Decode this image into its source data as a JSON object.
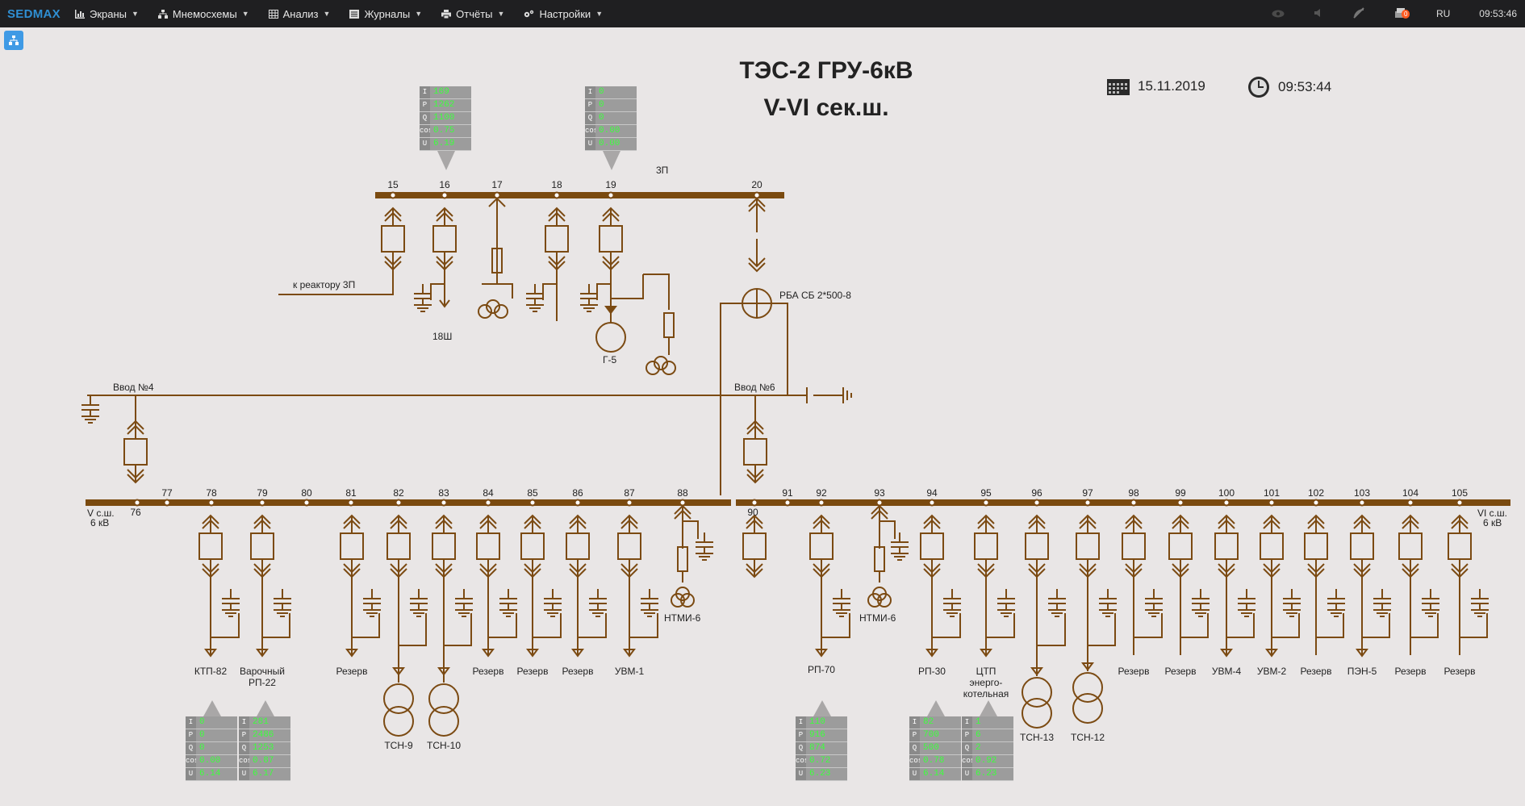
{
  "app": {
    "logo": "SEDMAX"
  },
  "menu": [
    {
      "icon": "bar-chart-icon",
      "label": "Экраны"
    },
    {
      "icon": "sitemap-icon",
      "label": "Мнемосхемы"
    },
    {
      "icon": "table-icon",
      "label": "Анализ"
    },
    {
      "icon": "journal-icon",
      "label": "Журналы"
    },
    {
      "icon": "printer-icon",
      "label": "Отчёты"
    },
    {
      "icon": "gears-icon",
      "label": "Настройки"
    }
  ],
  "status": {
    "notifications": "0",
    "lang": "RU",
    "clock": "09:53:46"
  },
  "screen": {
    "title1": "ТЭС-2 ГРУ-6кВ",
    "title2": "V-VI сек.ш.",
    "date": "15.11.2019",
    "time": "09:53:44"
  },
  "bus_top": {
    "name": "3П",
    "numbers": [
      "15",
      "16",
      "17",
      "18",
      "19",
      "20"
    ]
  },
  "labels": {
    "reactor": "к реактору 3П",
    "r18": "18Ш",
    "gen": "Г-5",
    "rba": "РБА СБ 2*500-8",
    "vvod4": "Ввод №4",
    "vvod6": "Ввод №6",
    "sec5a": "V с.ш.",
    "sec5b": "6 кВ",
    "sec6a": "VI с.ш.",
    "sec6b": "6 кВ",
    "ntmi_l": "НТМИ-6",
    "ntmi_r": "НТМИ-6"
  },
  "bus_left_numbers": [
    "76",
    "77",
    "78",
    "79",
    "80",
    "81",
    "82",
    "83",
    "84",
    "85",
    "86",
    "87",
    "88"
  ],
  "bus_right_numbers": [
    "90",
    "91",
    "92",
    "93",
    "94",
    "95",
    "96",
    "97",
    "98",
    "99",
    "100",
    "101",
    "102",
    "103",
    "104",
    "105"
  ],
  "feeders": {
    "f78": "КТП-82",
    "f79a": "Варочный",
    "f79b": "РП-22",
    "f81": "Резерв",
    "f82": "ТСН-9",
    "f83": "ТСН-10",
    "f84": "Резерв",
    "f85": "Резерв",
    "f86": "Резерв",
    "f87": "УВМ-1",
    "f92": "РП-70",
    "f94": "РП-30",
    "f95a": "ЦТП",
    "f95b": "энерго-",
    "f95c": "котельная",
    "f96": "ТСН-13",
    "f97": "ТСН-12",
    "f98": "Резерв",
    "f99": "Резерв",
    "f100": "УВМ-4",
    "f101": "УВМ-2",
    "f102": "Резерв",
    "f103": "ПЭН-5",
    "f104": "Резерв",
    "f105": "Резерв"
  },
  "meter_keys": [
    "I",
    "P",
    "Q",
    "cos",
    "U"
  ],
  "meters": [
    {
      "id": "m16",
      "values": [
        "169",
        "1262",
        "1100",
        "0.75",
        "6.19"
      ]
    },
    {
      "id": "m19",
      "values": [
        "0",
        "0",
        "0",
        "0.00",
        "0.00"
      ]
    },
    {
      "id": "m78",
      "values": [
        "0",
        "0",
        "0",
        "0.00",
        "6.14"
      ]
    },
    {
      "id": "m79",
      "values": [
        "281",
        "2486",
        "1253",
        "0.87",
        "6.17"
      ]
    },
    {
      "id": "m92",
      "values": [
        "110",
        "916",
        "874",
        "0.72",
        "6.23"
      ]
    },
    {
      "id": "m94",
      "values": [
        "82",
        "700",
        "500",
        "0.78",
        "6.14"
      ]
    },
    {
      "id": "m95",
      "values": [
        "1",
        "6",
        "2",
        "0.92",
        "6.23"
      ]
    }
  ],
  "colors": {
    "bus": "#7a4a0f",
    "line": "#7b4a12",
    "meter_value": "#3cff3c"
  }
}
